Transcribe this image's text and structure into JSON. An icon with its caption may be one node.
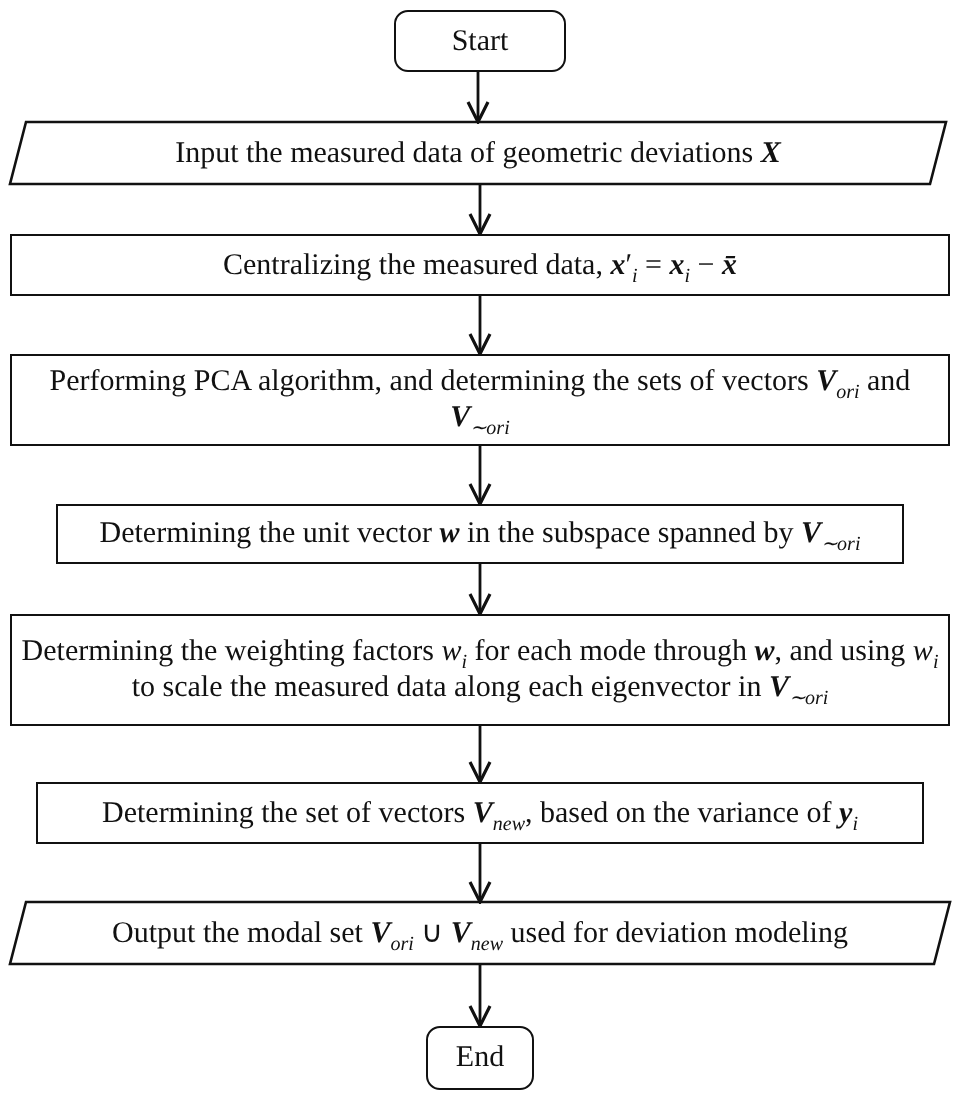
{
  "diagram": {
    "nodes": [
      {
        "text": [
          "Start"
        ]
      },
      {
        "text": [
          "Input the measured data of geometric deviations **X**"
        ]
      },
      {
        "text": [
          "Centralizing the measured data, **x**′$_{i}$ = **x**$_{i}$ − **x̄**"
        ]
      },
      {
        "text": [
          "Performing PCA algorithm, and determining the sets of vectors **V**$_{ori}$ and **V**$_{∼ori}$"
        ]
      },
      {
        "text": [
          "Determining the unit vector **w** in the subspace spanned by **V**$_{∼ori}$"
        ]
      },
      {
        "text": [
          "Determining the weighting factors *w*$_{i}$ for each mode through **w**, and using *w*$_{i}$ to scale the measured data along each eigenvector in **V**$_{∼ori}$"
        ]
      },
      {
        "text": [
          "Determining the set of vectors **V**$_{new}$, based on the variance of **y**$_{i}$"
        ]
      },
      {
        "text": [
          "Output the modal set **V**$_{ori}$ ∪ **V**$_{new}$ used for deviation modeling"
        ]
      },
      {
        "text": [
          "End"
        ]
      }
    ],
    "edges": [
      {
        "from": 0,
        "to": 1,
        "arrow": "to"
      },
      {
        "from": 1,
        "to": 2,
        "arrow": "to"
      },
      {
        "from": 2,
        "to": 3,
        "arrow": "to"
      },
      {
        "from": 3,
        "to": 4,
        "arrow": "to"
      },
      {
        "from": 4,
        "to": 5,
        "arrow": "to"
      },
      {
        "from": 5,
        "to": 6,
        "arrow": "to"
      },
      {
        "from": 6,
        "to": 7,
        "arrow": "to"
      },
      {
        "from": 7,
        "to": 8,
        "arrow": "to"
      }
    ]
  }
}
